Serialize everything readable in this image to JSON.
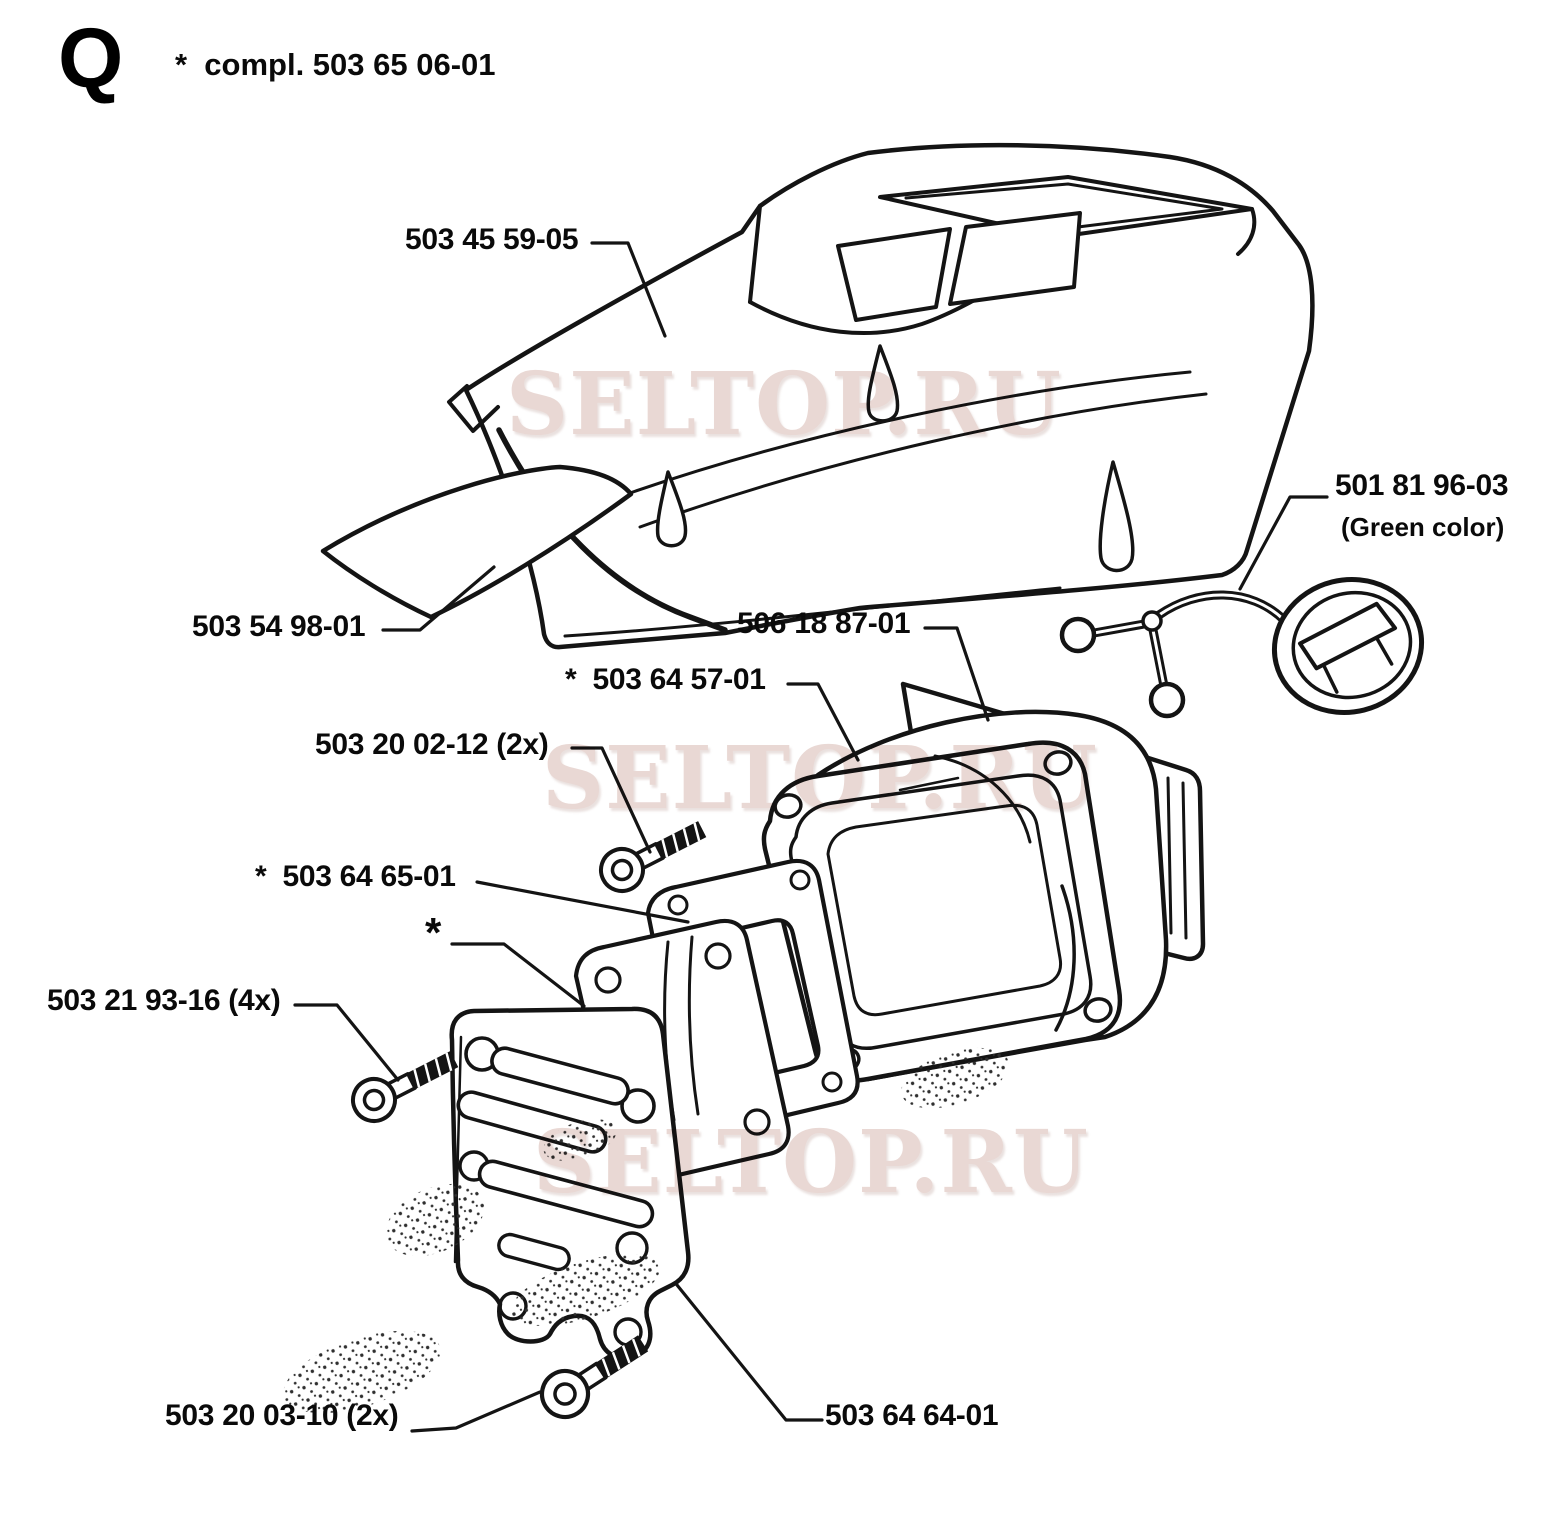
{
  "page": {
    "letter": "Q",
    "note": "*  compl. 503 65 06-01"
  },
  "watermark": {
    "text": "SELTOP.RU"
  },
  "labels": {
    "cover": "503 45 59-05",
    "panel": "503 54 98-01",
    "cap": "501 81 96-03",
    "cap_note": "(Green color)",
    "bracket": "506 18 87-01",
    "gasket_rear": "*  503 64 57-01",
    "screw_upper": "503 20 02-12 (2x)",
    "gasket_mid": "*  503 64 65-01",
    "gasket_front_mark": "*",
    "screw_left": "503 21 93-16 (4x)",
    "screw_bottom": "503 20 03-10 (2x)",
    "plate": "503 64 64-01"
  }
}
